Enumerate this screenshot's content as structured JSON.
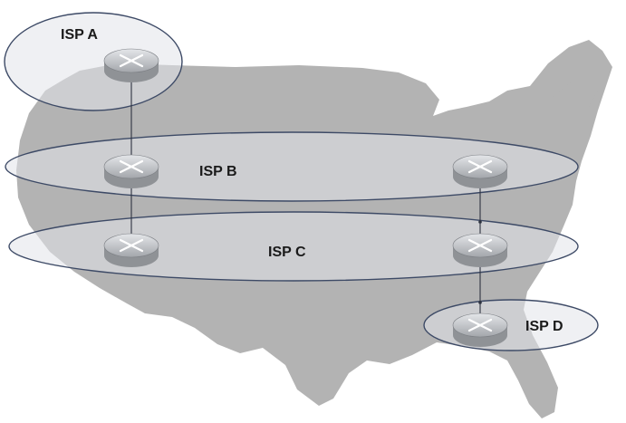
{
  "diagram": {
    "isps": [
      {
        "id": "isp-a",
        "label": "ISP A"
      },
      {
        "id": "isp-b",
        "label": "ISP B"
      },
      {
        "id": "isp-c",
        "label": "ISP C"
      },
      {
        "id": "isp-d",
        "label": "ISP D"
      }
    ],
    "routers": [
      {
        "id": "router-a",
        "isp": "ISP A"
      },
      {
        "id": "router-b-west",
        "isp": "ISP B"
      },
      {
        "id": "router-b-east",
        "isp": "ISP B"
      },
      {
        "id": "router-c-west",
        "isp": "ISP C"
      },
      {
        "id": "router-c-east",
        "isp": "ISP C"
      },
      {
        "id": "router-d",
        "isp": "ISP D"
      }
    ],
    "links": [
      {
        "from": "router-a",
        "to": "router-b-west"
      },
      {
        "from": "router-b-west",
        "to": "router-c-west"
      },
      {
        "from": "router-b-east",
        "to": "router-c-east"
      },
      {
        "from": "router-c-east",
        "to": "router-d"
      }
    ],
    "colors": {
      "map": "#b3b3b3",
      "region_stroke": "#3d4a66",
      "router": "#a9acb1",
      "link": "#2e3340"
    },
    "icons": {
      "router": "router-icon",
      "map": "us-map-silhouette"
    }
  }
}
